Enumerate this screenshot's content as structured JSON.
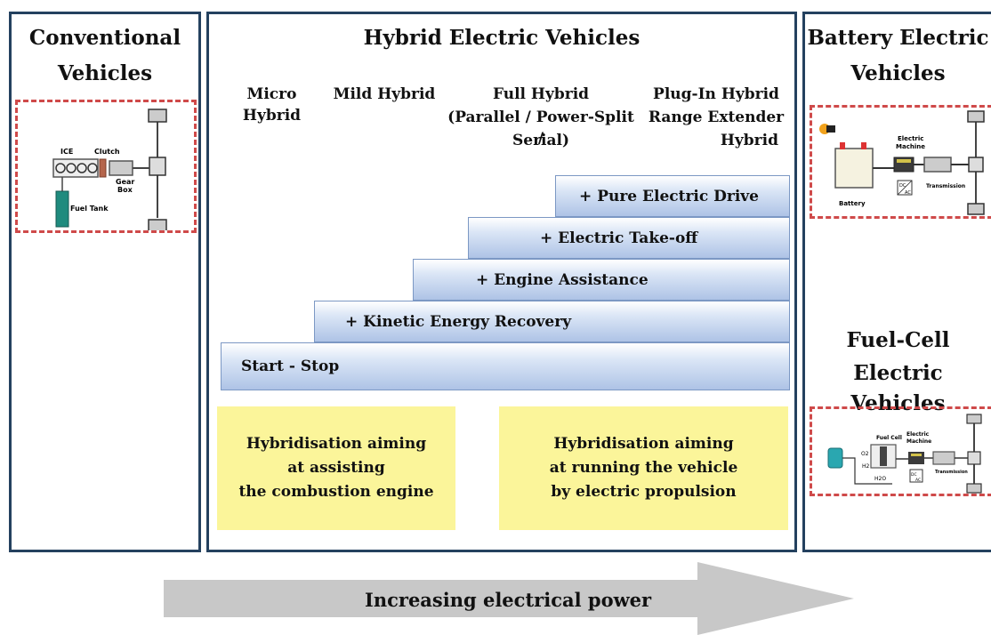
{
  "panels": {
    "conventional": {
      "title_line1": "Conventional",
      "title_line2": "Vehicles"
    },
    "hybrid": {
      "title": "Hybrid Electric Vehicles"
    },
    "battery": {
      "title_line1": "Battery Electric",
      "title_line2": "Vehicles"
    },
    "fuelcell": {
      "title_line1": "Fuel-Cell",
      "title_line2": "Electric  Vehicles"
    }
  },
  "stages": {
    "micro": "Micro Hybrid",
    "mild": "Mild Hybrid",
    "full_line1": "Full Hybrid",
    "full_line2": "(Parallel / Power-Split /",
    "full_line3": "Serial)",
    "plugin_line1": "Plug-In Hybrid",
    "plugin_line2": "Range Extender",
    "plugin_line3": "Hybrid"
  },
  "steps": [
    "Start - Stop",
    "+ Kinetic Energy Recovery",
    "+ Engine Assistance",
    "+ Electric Take-off",
    "+ Pure Electric Drive"
  ],
  "aims": {
    "left": [
      "Hybridisation aiming",
      "at assisting",
      "the combustion engine"
    ],
    "right": [
      "Hybridisation aiming",
      "at running the vehicle",
      "by electric propulsion"
    ]
  },
  "schematic_labels": {
    "ice": "ICE",
    "clutch": "Clutch",
    "gear": "Gear",
    "box": "Box",
    "fuel_tank": "Fuel Tank",
    "electric": "Electric",
    "machine": "Machine",
    "battery": "Battery",
    "transmission": "Transmission",
    "dc": "DC",
    "ac": "AC",
    "fuel_cell": "Fuel Cell",
    "o2": "O2",
    "h2": "H2",
    "h2o": "H2O"
  },
  "arrow": {
    "label": "Increasing electrical power"
  },
  "colors": {
    "panel_border": "#24415f",
    "step_fill": "#aec3e6",
    "aim_fill": "#fbf59a",
    "dash_border": "#cf4a4a",
    "arrow_fill": "#c8c8c8"
  }
}
